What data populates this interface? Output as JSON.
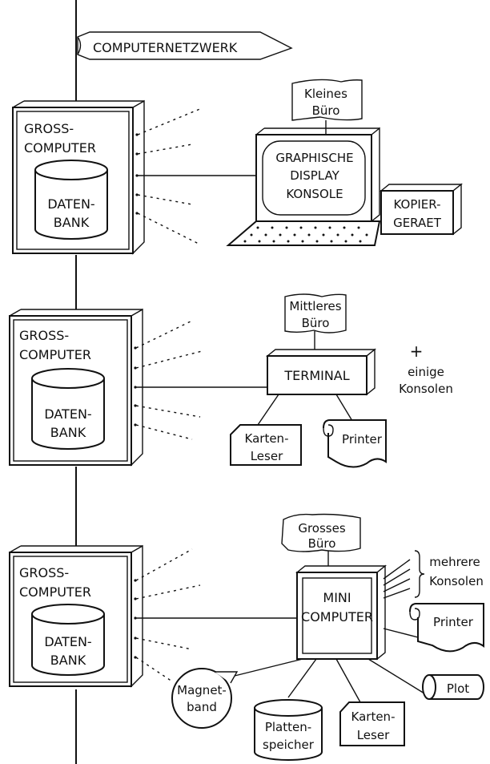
{
  "network_flag": "COMPUTERNETZWERK",
  "mainframe": {
    "line1": "GROSS-",
    "line2": "COMPUTER",
    "db_line1": "DATEN-",
    "db_line2": "BANK"
  },
  "small_office": {
    "sign_line1": "Kleines",
    "sign_line2": "Büro",
    "screen_line1": "GRAPHISCHE",
    "screen_line2": "DISPLAY",
    "screen_line3": "KONSOLE",
    "copier_line1": "KOPIER-",
    "copier_line2": "GERAET"
  },
  "medium_office": {
    "sign_line1": "Mittleres",
    "sign_line2": "Büro",
    "terminal": "TERMINAL",
    "plus": "+",
    "consoles_line1": "einige",
    "consoles_line2": "Konsolen",
    "card_line1": "Karten-",
    "card_line2": "Leser",
    "printer": "Printer"
  },
  "large_office": {
    "sign_line1": "Grosses",
    "sign_line2": "Büro",
    "mini_line1": "MINI",
    "mini_line2": "COMPUTER",
    "consoles_line1": "mehrere",
    "consoles_line2": "Konsolen",
    "printer": "Printer",
    "plot": "Plot",
    "tape_line1": "Magnet-",
    "tape_line2": "band",
    "disk_line1": "Platten-",
    "disk_line2": "speicher",
    "card_line1": "Karten-",
    "card_line2": "Leser"
  }
}
